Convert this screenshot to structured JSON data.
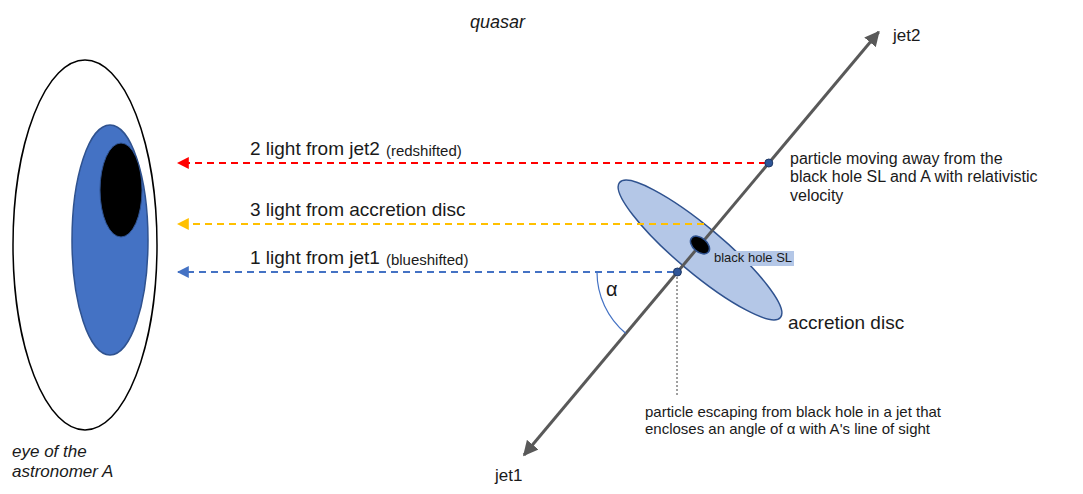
{
  "diagram": {
    "labels": [
      "quasar",
      "jet2",
      "2 light from jet2",
      "(redshifted)",
      "particle moving away from the black hole SL and A with relativistic velocity",
      "3 light from accretion disc",
      "black hole SL",
      "1 light from jet1",
      "(blueshifted)",
      "α",
      "accretion disc",
      "particle escaping from black hole in a jet that encloses an angle of α with A's line of sight",
      "eye of the astronomer A",
      "jet1"
    ]
  }
}
